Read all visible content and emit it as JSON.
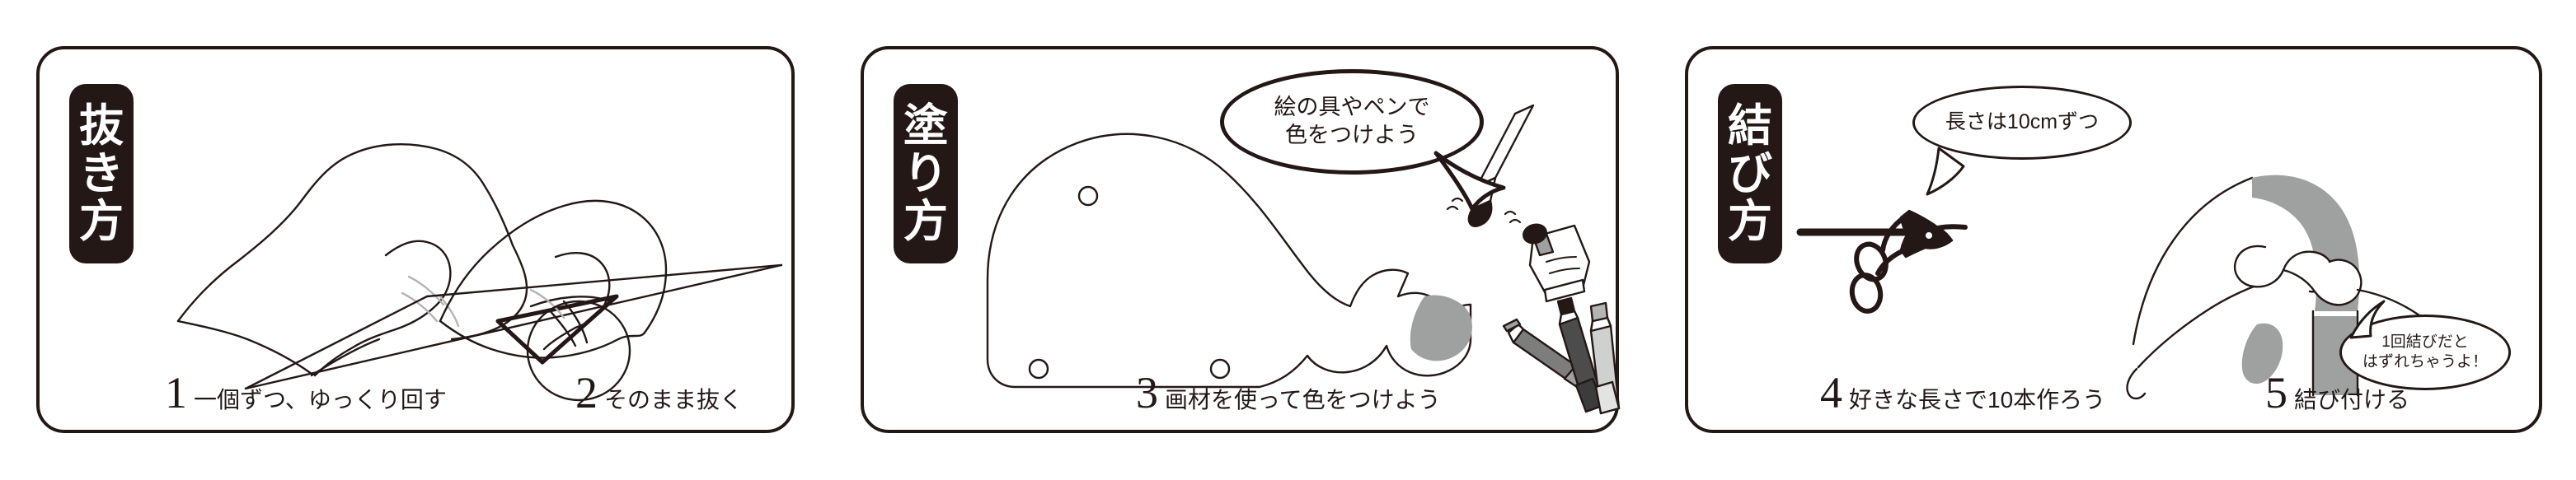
{
  "document": {
    "type": "craft-instruction-strip",
    "language": "ja",
    "ink_color": "#231815",
    "accent_gray": "#9fa0a0",
    "background": "#ffffff"
  },
  "panels": [
    {
      "id": "panel-1",
      "tab_label": "抜き方",
      "tab_chars": [
        "抜",
        "き",
        "方"
      ],
      "steps": [
        {
          "number": "1",
          "text": "一個ずつ、ゆっくり回す"
        },
        {
          "number": "2",
          "text": "そのまま抜く"
        }
      ],
      "bubbles": [],
      "illustrations": [
        "hand-twisting-piece",
        "hand-pulling-piece"
      ]
    },
    {
      "id": "panel-2",
      "tab_label": "塗り方",
      "tab_chars": [
        "塗",
        "り",
        "方"
      ],
      "steps": [
        {
          "number": "3",
          "text": "画材を使って色をつけよう"
        }
      ],
      "bubbles": [
        {
          "id": "bubble-paint",
          "lines": [
            "絵の具やペンで",
            "色をつけよう"
          ]
        }
      ],
      "illustrations": [
        "whale-outline",
        "paint-brush",
        "paint-tube",
        "marker-pens"
      ]
    },
    {
      "id": "panel-3",
      "tab_label": "結び方",
      "tab_chars": [
        "結",
        "び",
        "方"
      ],
      "steps": [
        {
          "number": "4",
          "text": "好きな長さで10本作ろう"
        },
        {
          "number": "5",
          "text": "結び付ける"
        }
      ],
      "bubbles": [
        {
          "id": "bubble-length",
          "lines": [
            "長さは10cmずつ"
          ]
        },
        {
          "id": "bubble-knot-warning",
          "lines": [
            "1回結びだと",
            "はずれちゃうよ！"
          ]
        }
      ],
      "illustrations": [
        "scissors-cutting-cord",
        "double-knot-on-strap"
      ]
    }
  ]
}
